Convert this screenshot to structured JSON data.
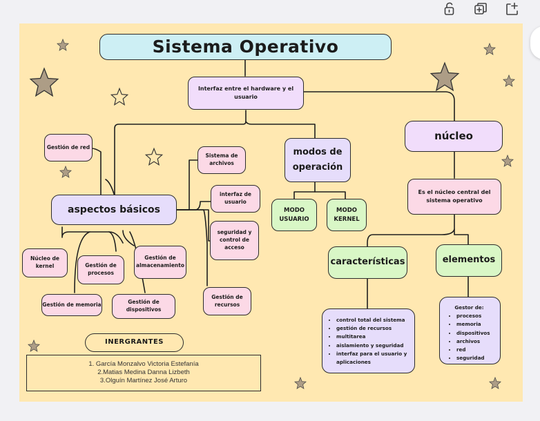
{
  "colors": {
    "board": "#ffe8b1",
    "title_fill": "#cdeff4",
    "pink": "#fcd9e6",
    "lavender": "#e6ddfb",
    "green": "#d9f7c6"
  },
  "toolbar": {
    "icons": [
      "unlock-icon",
      "duplicate-icon",
      "add-page-icon"
    ]
  },
  "diagram": {
    "title": "Sistema Operativo",
    "definition": "Interfaz entre el hardware y el usuario",
    "basics": {
      "label": "aspectos básicos",
      "items": [
        "Gestión de red",
        "Sistema de archivos",
        "interfaz de usuario",
        "seguridad y control de acceso",
        "Gestión de recursos",
        "Núcleo de kernel",
        "Gestión de procesos",
        "Gestión de almacenamiento",
        "Gestión de memoria",
        "Gestión de dispositivos"
      ]
    },
    "modes": {
      "label": "modos de operación",
      "user": "MODO USUARIO",
      "kernel": "MODO KERNEL"
    },
    "core": {
      "label": "núcleo",
      "description": "Es el núcleo central del sistema operativo",
      "characteristics": {
        "label": "características",
        "items": [
          "control total del sistema",
          "gestión de recursos",
          "multitarea",
          "aislamiento y seguridad",
          "interfaz para el usuario y aplicaciones"
        ]
      },
      "elements": {
        "label": "elementos",
        "heading": "Gestor de:",
        "items": [
          "procesos",
          "memoria",
          "dispositivos",
          "archivos",
          "red",
          "seguridad"
        ]
      }
    },
    "team": {
      "label": "INERGRANTES",
      "members": [
        "1. García Monzalvo Victoria Estefanía",
        "2.Matias Medina Danna Lizbeth",
        "3.Olguín Martínez José Arturo"
      ]
    }
  }
}
